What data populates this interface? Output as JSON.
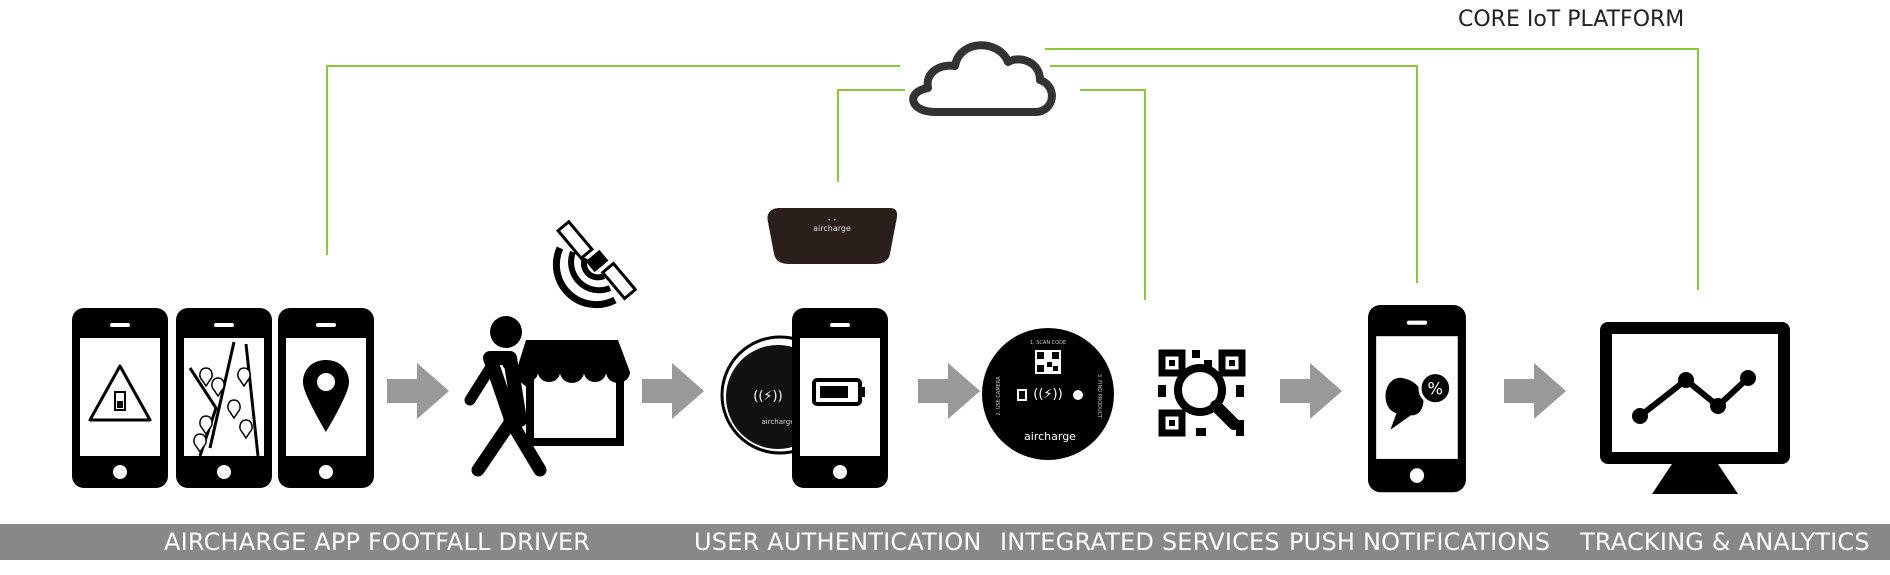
{
  "platform_label": "CORE IoT PLATFORM",
  "stages": [
    {
      "label": "AIRCHARGE APP FOOTFALL DRIVER"
    },
    {
      "label": "USER AUTHENTICATION"
    },
    {
      "label": "INTEGRATED SERVICES"
    },
    {
      "label": "PUSH NOTIFICATIONS"
    },
    {
      "label": "TRACKING & ANALYTICS"
    }
  ],
  "device_brand": "aircharge",
  "charger_pad_text": "aircharge",
  "qr_steps": [
    "1. SCAN CODE",
    "2. USE CAMERA",
    "3. FIND PRODUCT"
  ],
  "icons": [
    "cloud-icon",
    "hub-device-icon",
    "phone-battery-warning-icon",
    "phone-map-pins-icon",
    "phone-location-pin-icon",
    "satellite-icon",
    "walking-person-icon",
    "shop-icon",
    "wireless-charger-icon",
    "phone-battery-icon",
    "qr-code-icon",
    "magnifier-icon",
    "phone-discount-icon",
    "monitor-analytics-icon",
    "arrow-right-icon"
  ],
  "colors": {
    "connector_line": "#8cc63f",
    "label_bar": "#888888",
    "icon": "#000000",
    "arrow": "#999999"
  }
}
